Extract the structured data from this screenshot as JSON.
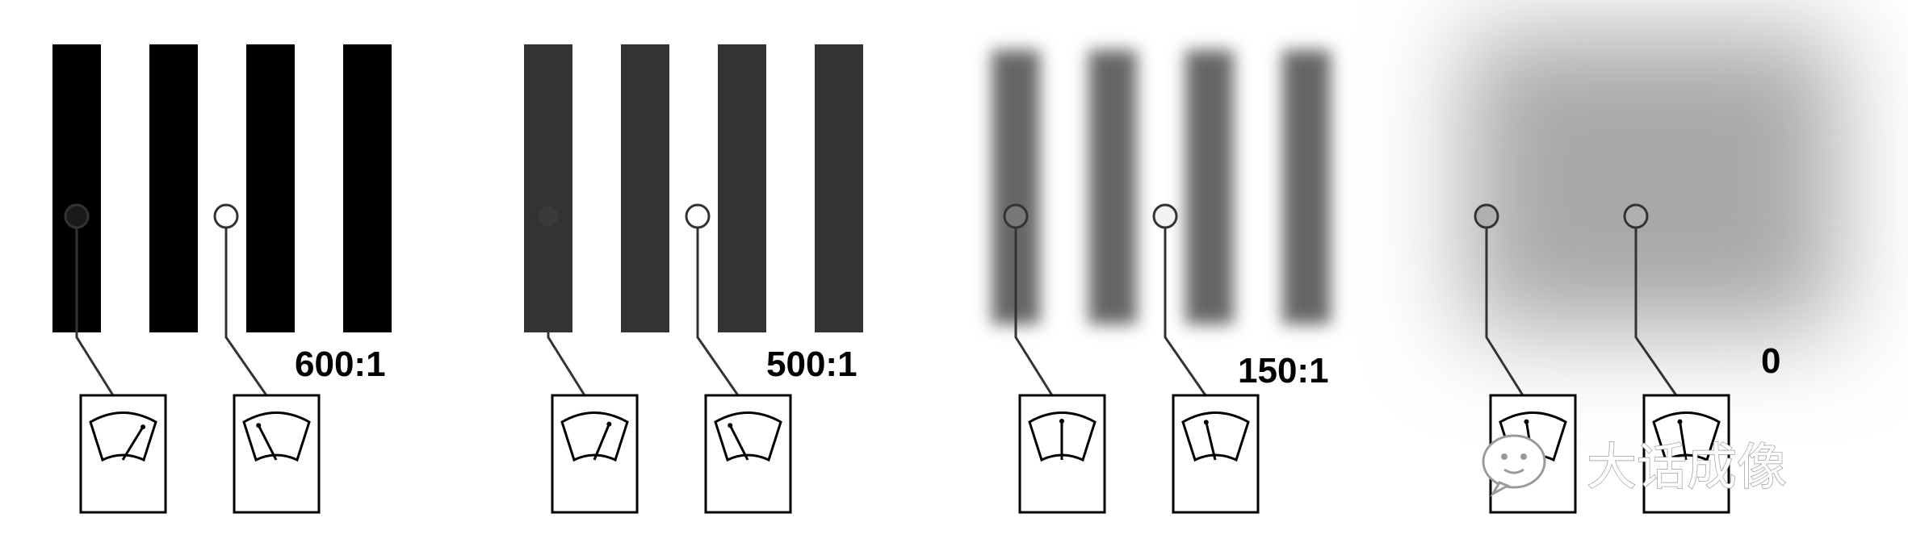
{
  "panels": [
    {
      "id": "panel-1",
      "contrast_label": "600:1",
      "bar_color": "#000000",
      "blur": 0,
      "meter_probe_colors": [
        "#1a1a1a",
        "#ffffff"
      ],
      "meter_readings": [
        0.85,
        0.2
      ]
    },
    {
      "id": "panel-2",
      "contrast_label": "500:1",
      "bar_color": "#333333",
      "blur": 0,
      "meter_probe_colors": [
        "#3a3a3a",
        "#ffffff"
      ],
      "meter_readings": [
        0.75,
        0.2
      ]
    },
    {
      "id": "panel-3",
      "contrast_label": "150:1",
      "bar_color": "#666666",
      "blur": 1,
      "meter_probe_colors": [
        "#777777",
        "#f2f2f2"
      ],
      "meter_readings": [
        0.5,
        0.35
      ]
    },
    {
      "id": "panel-4",
      "contrast_label": "0",
      "bar_color": "#a8a8a8",
      "blur": 2,
      "meter_probe_colors": [
        "#b0b0b0",
        "#b0b0b0"
      ],
      "meter_readings": [
        0.4,
        0.4
      ]
    }
  ],
  "watermark": {
    "text": "大话成像",
    "icon": "wechat-logo-icon"
  }
}
